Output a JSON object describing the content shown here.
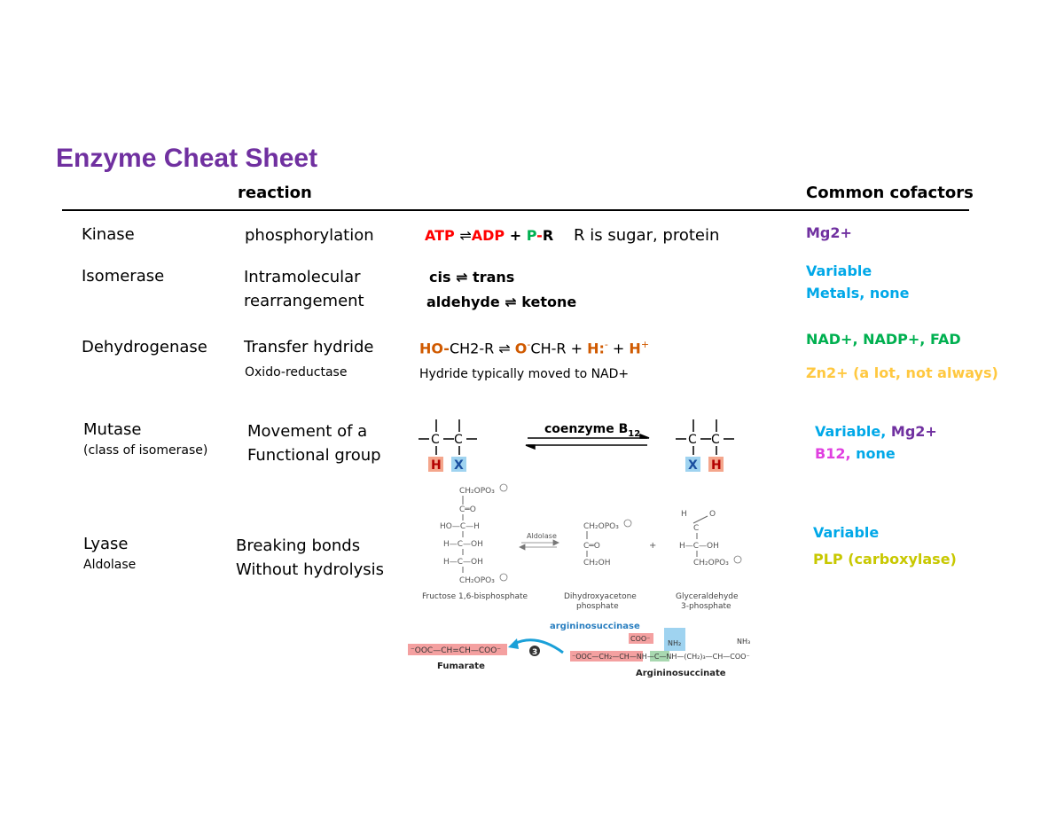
{
  "title": "Enzyme Cheat Sheet",
  "header": {
    "reaction": "reaction",
    "cofactors": "Common cofactors"
  },
  "rows": {
    "kinase": {
      "name": "Kinase",
      "reaction_type": "phosphorylation",
      "eq": {
        "atp": "ATP",
        "arrow": "⇌",
        "adp": "ADP",
        "plus": "+",
        "p": "P",
        "dash": "-",
        "r": "R"
      },
      "note": "R is sugar, protein",
      "cofactor": "Mg2+"
    },
    "isomerase": {
      "name": "Isomerase",
      "reaction_line1": "Intramolecular",
      "reaction_line2": "rearrangement",
      "eq1": "cis ⇌ trans",
      "eq2": "aldehyde ⇌ ketone",
      "cofactor_line1": "Variable",
      "cofactor_line2": "Metals, none"
    },
    "dehydrogenase": {
      "name": "Dehydrogenase",
      "subname": "Oxido-reductase",
      "reaction_type": "Transfer hydride",
      "eq": {
        "ho": "HO-",
        "ch2r": "CH2-R",
        "arrow": " ⇌ ",
        "o": "O",
        "ch_r": "CH-R + ",
        "h_hydride": "H:",
        "minus": "-",
        "plus": " + ",
        "h_plus": "H",
        "sup_plus": "+"
      },
      "note": "Hydride typically moved to NAD+",
      "cofactor_line1": "NAD+, NADP+, FAD",
      "cofactor_line2": "Zn2+ (a lot, not always)"
    },
    "mutase": {
      "name": "Mutase",
      "subname": "(class of isomerase)",
      "reaction_line1": "Movement of a",
      "reaction_line2": "Functional group",
      "diagram": {
        "arrow_label": "coenzyme B",
        "arrow_label_sub": "12",
        "left_h": "H",
        "left_x": "X",
        "right_x": "X",
        "right_h": "H"
      },
      "cofactor_variable": "Variable,",
      "cofactor_mg": "Mg2+",
      "cofactor_b12": "B12,",
      "cofactor_none": "none"
    },
    "lyase": {
      "name": "Lyase",
      "subname": "Aldolase",
      "reaction_line1": "Breaking bonds",
      "reaction_line2": "Without hydrolysis",
      "aldolase_diagram": {
        "enzyme": "Aldolase",
        "compound1": "Fructose 1,6-bisphosphate",
        "compound2_line1": "Dihydroxyacetone",
        "compound2_line2": "phosphate",
        "compound3_line1": "Glyceraldehyde",
        "compound3_line2": "3-phosphate",
        "plus": "+"
      },
      "argininosuccinase_diagram": {
        "enzyme": "argininosuccinase",
        "step": "3",
        "product_formula": "⁻OOC—CH=CH—COO⁻",
        "product_name": "Fumarate",
        "substrate_name": "Argininosuccinate"
      },
      "cofactor_line1": "Variable",
      "cofactor_line2": "PLP (carboxylase)"
    }
  },
  "colors": {
    "title": "#7030a0",
    "red": "#ff0000",
    "green": "#00b050",
    "orange": "#d05a00",
    "blue": "#00a8e8",
    "magenta": "#e040e0",
    "gold": "#ffc840",
    "lime": "#c8c800"
  }
}
